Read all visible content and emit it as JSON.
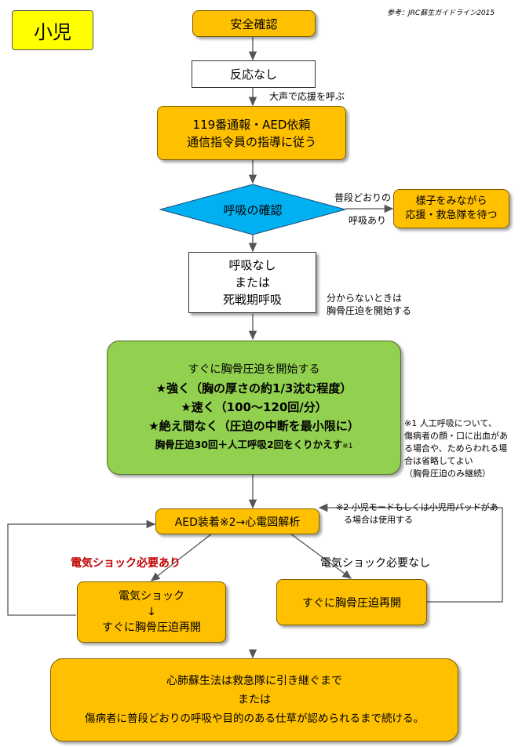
{
  "badge": {
    "text": "小児"
  },
  "reference": "参考：JRC蘇生ガイドライン2015",
  "steps": {
    "safety": "安全確認",
    "no_response": "反応なし",
    "call_note": "大声で応援を呼ぶ",
    "call_line1": "119番通報・AED依頼",
    "call_line2": "通信指令員の指導に従う",
    "breathing_check": "呼吸の確認",
    "normal_label_1": "普段どおりの",
    "normal_label_2": "呼吸あり",
    "observe_line1": "様子をみながら",
    "observe_line2": "応援・救急隊を待つ",
    "no_breath_1": "呼吸なし",
    "no_breath_2": "または",
    "no_breath_3": "死戦期呼吸",
    "unsure_1": "分からないときは",
    "unsure_2": "胸骨圧迫を開始する",
    "cpr_1": "すぐに胸骨圧迫を開始する",
    "cpr_2": "★強く（胸の厚さの約1/3沈む程度）",
    "cpr_3": "★速く（100～120回/分）",
    "cpr_4": "★絶え間なく（圧迫の中断を最小限に）",
    "cpr_5": "胸骨圧迫30回＋人工呼吸2回をくりかえす",
    "cpr_5_note": "※1",
    "note1_1": "※1 人工呼吸について、",
    "note1_2": "傷病者の顔・口に出血があ",
    "note1_3": "る場合や、ためらわれる場",
    "note1_4": "合は省略してよい",
    "note1_5": "（胸骨圧迫のみ継続）",
    "aed": "AED装着※2→心電図解析",
    "note2_1": "※2 小児モードもしくは小児用パッドがあ",
    "note2_2": "る場合は使用する",
    "shock_needed": "電気ショック必要あり",
    "shock_not_needed": "電気ショック必要なし",
    "shock_1": "電気ショック",
    "shock_arrow": "↓",
    "shock_2": "すぐに胸骨圧迫再開",
    "resume": "すぐに胸骨圧迫再開",
    "final_1": "心肺蘇生法は救急隊に引き継ぐまで",
    "final_2": "または",
    "final_3": "傷病者に普段どおりの呼吸や目的のある仕草が認められるまで続ける。"
  },
  "colors": {
    "orange": "#ffc000",
    "green": "#92d050",
    "blue": "#00b0f0",
    "yellow": "#ffff00",
    "red": "#c00000"
  }
}
